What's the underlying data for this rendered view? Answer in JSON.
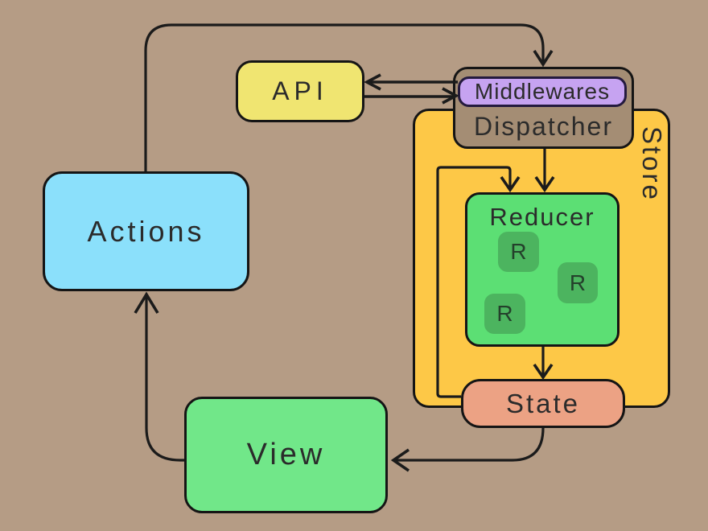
{
  "diagram": {
    "background": "#b59c85",
    "line_color": "#1b1b1b",
    "nodes": {
      "actions": {
        "label": "Actions",
        "fill": "#8be0fb"
      },
      "api": {
        "label": "API",
        "fill": "#f0e571"
      },
      "dispatcher": {
        "label": "Dispatcher",
        "fill": "#a48d74"
      },
      "middlewares": {
        "label": "Middlewares",
        "fill": "#c6a3f1"
      },
      "store": {
        "label": "Store",
        "fill": "#fdc847"
      },
      "reducer": {
        "label": "Reducer",
        "fill": "#5cdf74"
      },
      "reducer_items": [
        {
          "label": "R",
          "fill": "#4cb45f"
        },
        {
          "label": "R",
          "fill": "#4cb45f"
        },
        {
          "label": "R",
          "fill": "#4cb45f"
        }
      ],
      "state": {
        "label": "State",
        "fill": "#eca284"
      },
      "view": {
        "label": "View",
        "fill": "#71e789"
      }
    },
    "edges": [
      {
        "from": "actions",
        "to": "dispatcher",
        "style": "top loop, arrow into Dispatcher top"
      },
      {
        "from": "dispatcher",
        "to": "api",
        "style": "upper horizontal line, arrow into API"
      },
      {
        "from": "api",
        "to": "middlewares",
        "style": "lower horizontal line, arrow into Middlewares"
      },
      {
        "from": "dispatcher",
        "to": "reducer",
        "style": "vertical arrow"
      },
      {
        "from": "state",
        "to": "reducer",
        "style": "feedback loop inside Store"
      },
      {
        "from": "reducer",
        "to": "state",
        "style": "vertical arrow"
      },
      {
        "from": "state",
        "to": "view",
        "style": "curve left, arrow into View right edge"
      },
      {
        "from": "view",
        "to": "actions",
        "style": "curve up, arrow into Actions bottom"
      }
    ]
  }
}
